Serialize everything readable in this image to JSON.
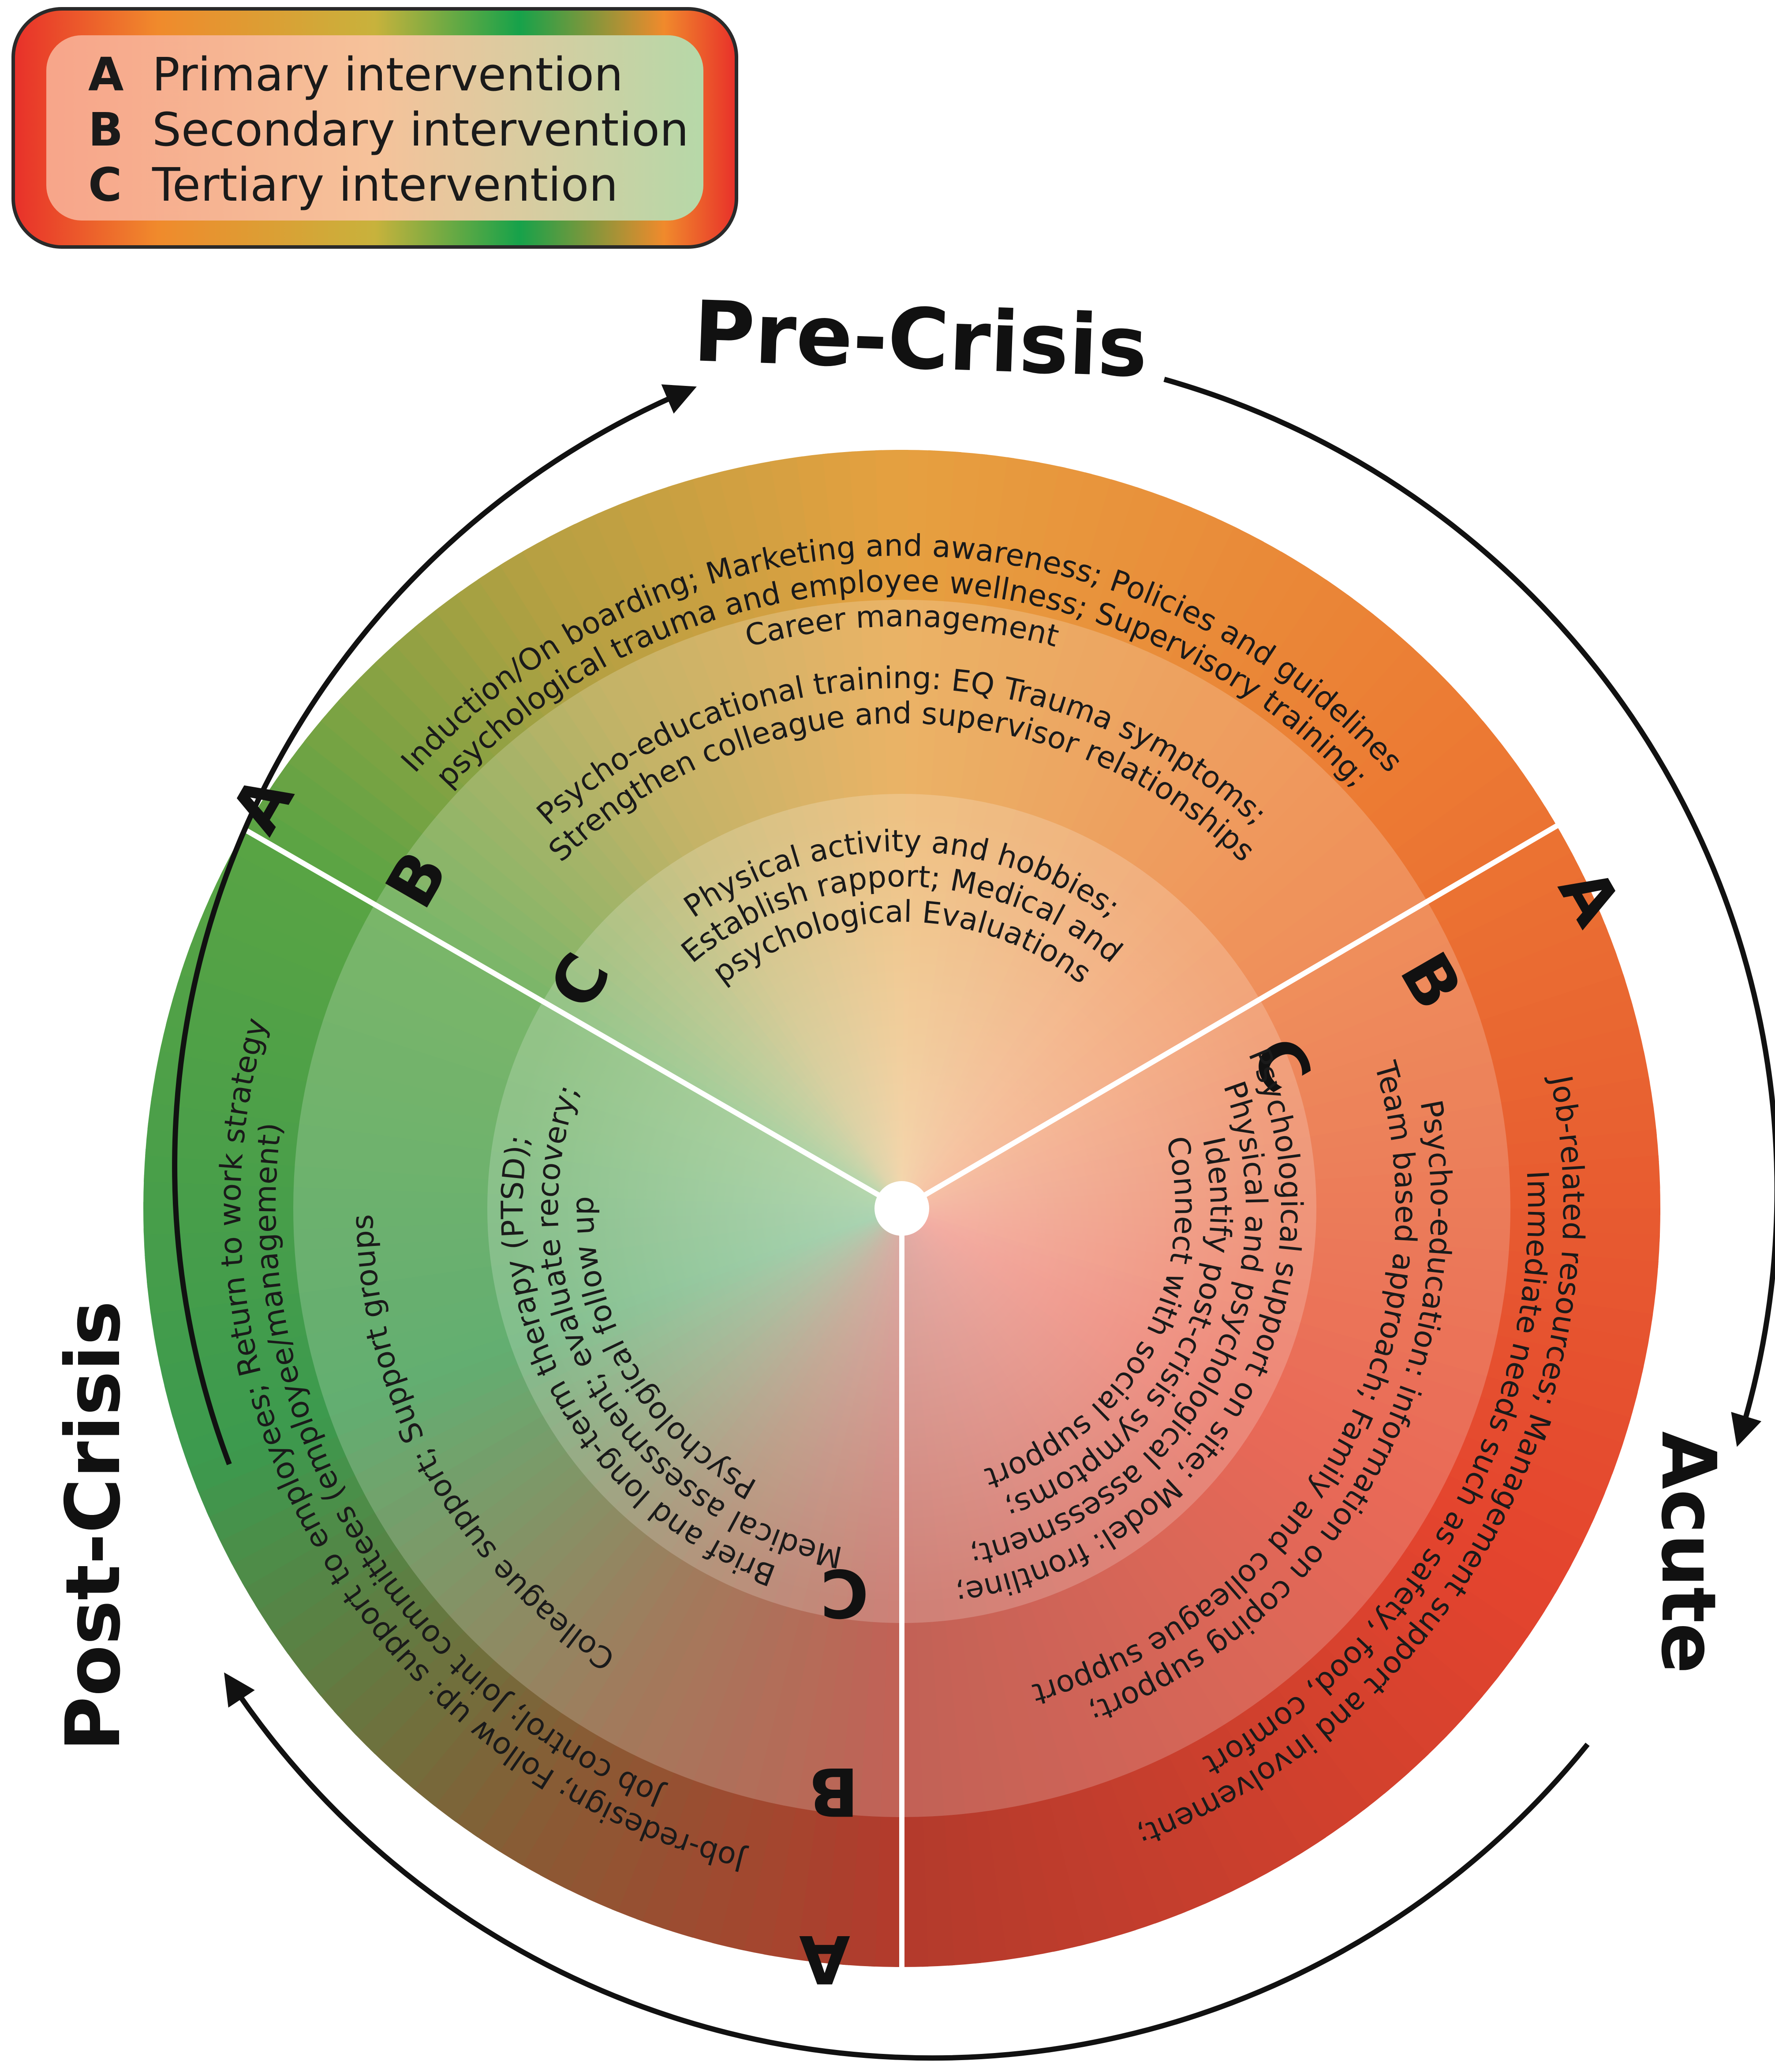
{
  "legend": {
    "items": [
      {
        "letter": "A",
        "label": "Primary intervention"
      },
      {
        "letter": "B",
        "label": "Secondary intervention"
      },
      {
        "letter": "C",
        "label": "Tertiary intervention"
      }
    ]
  },
  "phases": {
    "pre_crisis": "Pre-Crisis",
    "acute": "Acute",
    "post_crisis": "Post-Crisis"
  },
  "levels": {
    "a": "A",
    "b": "B",
    "c": "C"
  },
  "pre_crisis": {
    "a": [
      "Induction/On boarding; Marketing and awareness; Policies and guidelines",
      "psychological trauma and employee wellness; Supervisory training;",
      "Career management"
    ],
    "b": [
      "Psycho-educational training: EQ Trauma symptoms;",
      "Strengthen colleague and supervisor relationships"
    ],
    "c": [
      "Physical activity and hobbies;",
      "Establish rapport; Medical and",
      "psychological Evaluations"
    ]
  },
  "acute": {
    "a": [
      "Job-related resources; Management support and involvement;",
      "Immediate needs such as safety, food, comfort"
    ],
    "b": [
      "Psycho-education: information on coping support;",
      "Team based approach; Family and colleague support"
    ],
    "c": [
      "Psychological support on site; Model: frontline;",
      "Physical and psychological assessment;",
      "Identify post-crisis symptoms;",
      "Connect with social support"
    ]
  },
  "post_crisis": {
    "a": [
      "Job-redesign; Follow up: support to employees; Return to work strategy",
      "Job control; Joint committees (employee/management)"
    ],
    "b": [
      "Colleague support; Support groups"
    ],
    "c": [
      "Brief and long-term therapy (PTSD);",
      "Medical assessment; evaluate recovery;",
      "Psychological follow up"
    ]
  },
  "colors": {
    "pre_crisis": "#e2a24a",
    "acute": "#e23b2c",
    "post_crisis": "#3aa552",
    "legend_border": "#2a2a2a"
  }
}
